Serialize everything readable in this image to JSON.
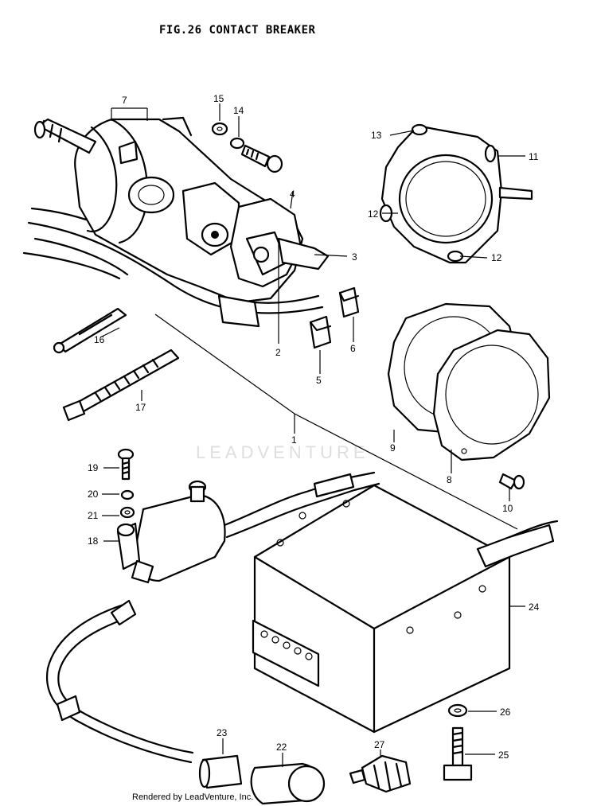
{
  "figure": {
    "title": "FIG.26  CONTACT BREAKER",
    "watermark": "LEADVENTURE",
    "footer": "Rendered by LeadVenture, Inc."
  },
  "callouts": [
    {
      "id": "c1",
      "text": "1"
    },
    {
      "id": "c2",
      "text": "2"
    },
    {
      "id": "c3",
      "text": "3"
    },
    {
      "id": "c4",
      "text": "4"
    },
    {
      "id": "c5",
      "text": "5"
    },
    {
      "id": "c6",
      "text": "6"
    },
    {
      "id": "c7",
      "text": "7"
    },
    {
      "id": "c8",
      "text": "8"
    },
    {
      "id": "c9",
      "text": "9"
    },
    {
      "id": "c10",
      "text": "10"
    },
    {
      "id": "c11",
      "text": "11"
    },
    {
      "id": "c12a",
      "text": "12"
    },
    {
      "id": "c12b",
      "text": "12"
    },
    {
      "id": "c13",
      "text": "13"
    },
    {
      "id": "c14",
      "text": "14"
    },
    {
      "id": "c15",
      "text": "15"
    },
    {
      "id": "c16",
      "text": "16"
    },
    {
      "id": "c17",
      "text": "17"
    },
    {
      "id": "c18",
      "text": "18"
    },
    {
      "id": "c19",
      "text": "19"
    },
    {
      "id": "c20",
      "text": "20"
    },
    {
      "id": "c21",
      "text": "21"
    },
    {
      "id": "c22",
      "text": "22"
    },
    {
      "id": "c23",
      "text": "23"
    },
    {
      "id": "c24",
      "text": "24"
    },
    {
      "id": "c25",
      "text": "25"
    },
    {
      "id": "c26",
      "text": "26"
    },
    {
      "id": "c27",
      "text": "27"
    }
  ]
}
